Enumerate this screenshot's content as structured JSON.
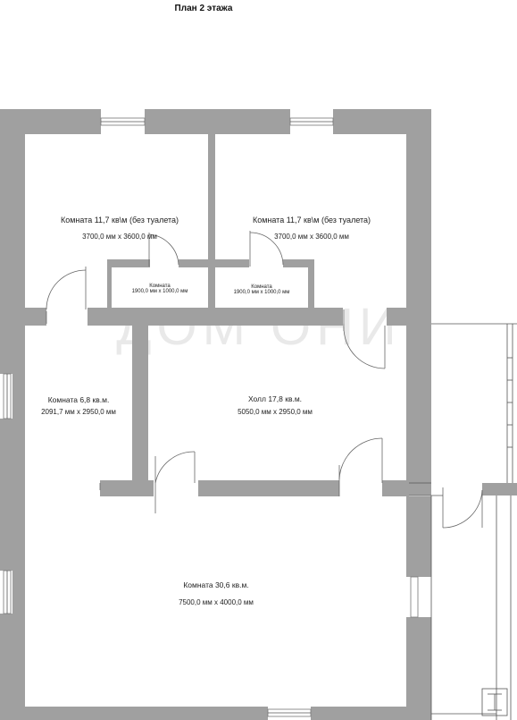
{
  "title": "План 2 этажа",
  "watermark": "ДОМ ОНИ",
  "rooms": {
    "bedroom_left": {
      "name": "Комната 11,7 кв\\м (без туалета)",
      "size": "3700,0 мм x 3600,0 мм"
    },
    "bedroom_right": {
      "name": "Комната 11,7 кв\\м (без туалета)",
      "size": "3700,0 мм x 3600,0 мм"
    },
    "closet_left": {
      "name": "Комната",
      "size": "1900,0 мм x 1000,0 мм"
    },
    "closet_right": {
      "name": "Комната",
      "size": "1900,0 мм x 1000,0 мм"
    },
    "room_small": {
      "name": "Комната 6,8 кв.м.",
      "size": "2091,7 мм x 2950,0 мм"
    },
    "hall": {
      "name": "Холл 17,8 кв.м.",
      "size": "5050,0 мм x 2950,0 мм"
    },
    "room_large": {
      "name": "Комната 30,6 кв.м.",
      "size": "7500,0 мм x 4000,0 мм"
    }
  },
  "colors": {
    "wall": "#a0a0a0",
    "background": "#ffffff",
    "text": "#222222"
  }
}
